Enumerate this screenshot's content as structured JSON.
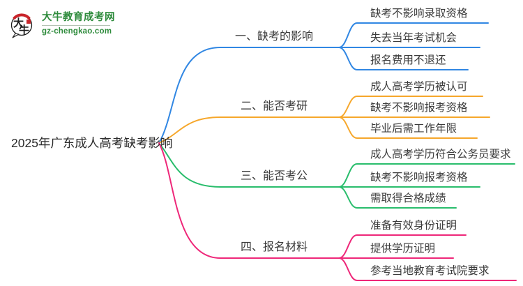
{
  "logo": {
    "icon_char_top": "大",
    "icon_char_bottom": "牛",
    "site_name": "大牛教育成考网",
    "site_url": "gz-chengkao.com",
    "colors": {
      "green": "#2e8b3c",
      "red": "#c9252b",
      "ink": "#1c1c1c"
    }
  },
  "mindmap": {
    "root_label": "2025年广东成人高考缺考影响",
    "branches": [
      {
        "label": "一、缺考的影响",
        "color": "#3187e3",
        "children": [
          "缺考不影响录取资格",
          "失去当年考试机会",
          "报名费用不退还"
        ]
      },
      {
        "label": "二、能否考研",
        "color": "#f6a72b",
        "children": [
          "成人高考学历被认可",
          "缺考不影响报考资格",
          "毕业后需工作年限"
        ]
      },
      {
        "label": "三、能否考公",
        "color": "#29bd6c",
        "children": [
          "成人高考学历符合公务员要求",
          "缺考不影响报考资格",
          "需取得合格成绩"
        ]
      },
      {
        "label": "四、报名材料",
        "color": "#ee2779",
        "children": [
          "准备有效身份证明",
          "提供学历证明",
          "参考当地教育考试院要求"
        ]
      }
    ]
  }
}
